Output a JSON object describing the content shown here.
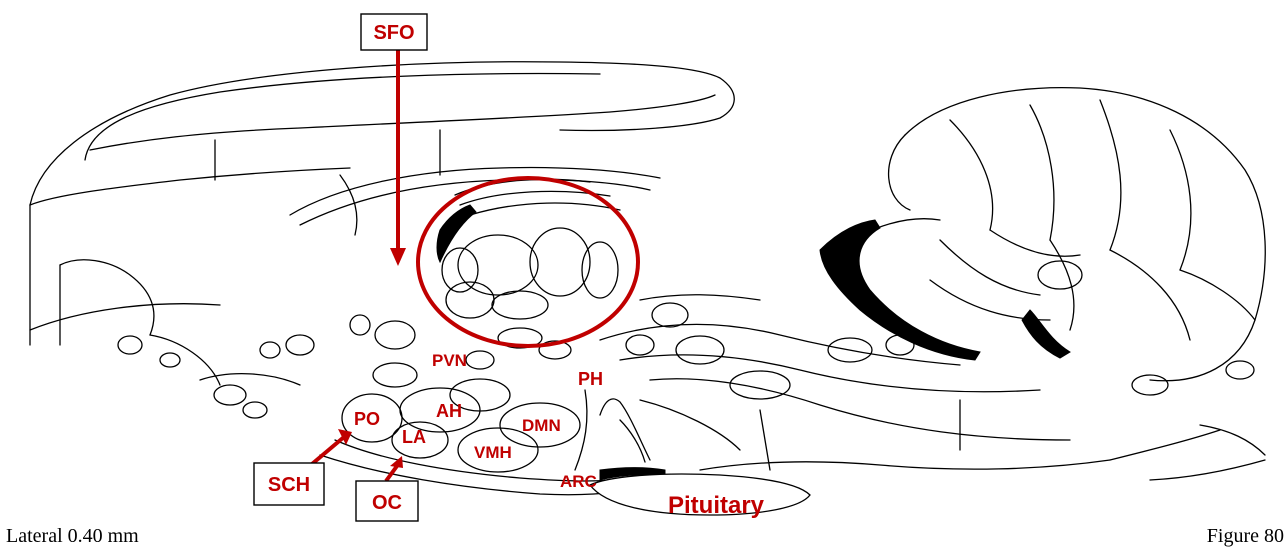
{
  "figure": {
    "caption_left": "Lateral 0.40 mm",
    "caption_right": "Figure 80"
  },
  "callouts": {
    "sfo": "SFO",
    "sch": "SCH",
    "oc": "OC"
  },
  "labels": {
    "pvn": "PVN",
    "ph": "PH",
    "ah": "AH",
    "po": "PO",
    "dmn": "DMN",
    "la": "LA",
    "vmh": "VMH",
    "arc": "ARC",
    "pituitary": "Pituitary"
  },
  "colors": {
    "annotation": "#c00000",
    "outline": "#000000",
    "background": "#ffffff"
  }
}
